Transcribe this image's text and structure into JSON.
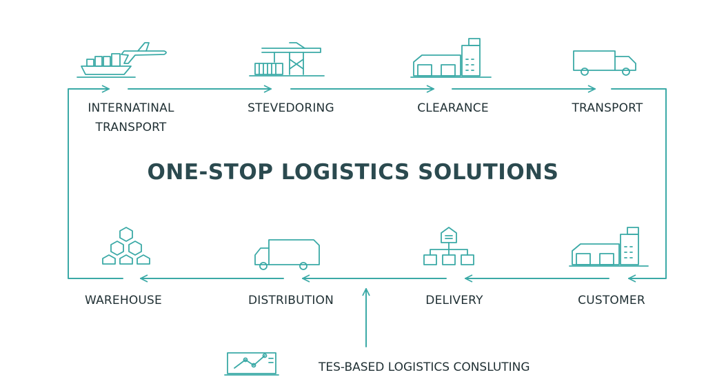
{
  "title": "ONE-STOP LOGISTICS SOLUTIONS",
  "accent_color": "#3aa9a6",
  "top_row": [
    {
      "label_lines": [
        "INTERNATINAL",
        "TRANSPORT"
      ],
      "icon": "ship-plane-icon"
    },
    {
      "label_lines": [
        "STEVEDORING"
      ],
      "icon": "port-crane-icon"
    },
    {
      "label_lines": [
        "CLEARANCE"
      ],
      "icon": "customs-building-icon"
    },
    {
      "label_lines": [
        "TRANSPORT"
      ],
      "icon": "truck-icon"
    }
  ],
  "bottom_row": [
    {
      "label_lines": [
        "WAREHOUSE"
      ],
      "icon": "hexagon-stack-icon"
    },
    {
      "label_lines": [
        "DISTRIBUTION"
      ],
      "icon": "delivery-truck-icon"
    },
    {
      "label_lines": [
        "DELIVERY"
      ],
      "icon": "distribution-tree-icon"
    },
    {
      "label_lines": [
        "CUSTOMER"
      ],
      "icon": "customer-building-icon"
    }
  ],
  "consulting": {
    "label": "TES-BASED LOGISTICS CONSLUTING",
    "icon": "analytics-chart-icon"
  }
}
